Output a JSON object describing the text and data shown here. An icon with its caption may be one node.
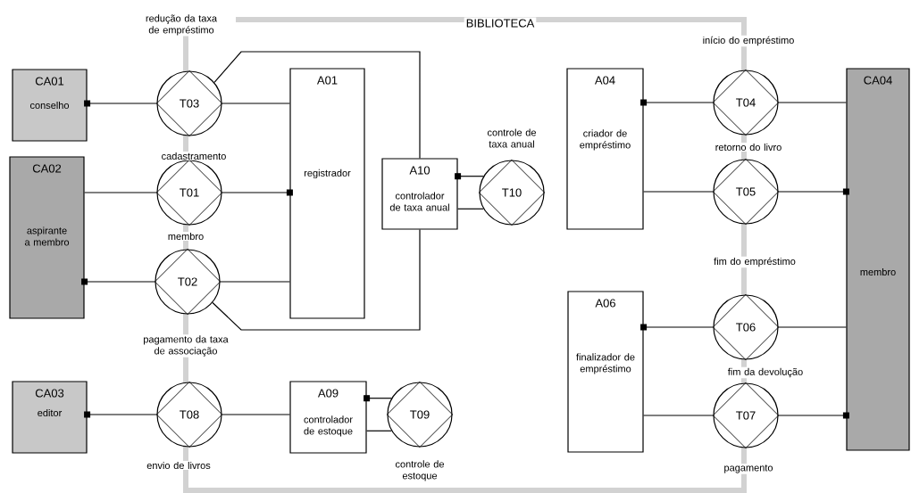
{
  "diagram": {
    "nodes": [
      {
        "text": [
          "BIBLIOTECA"
        ]
      },
      {
        "text": [
          "CA01",
          "conselho"
        ]
      },
      {
        "text": [
          "T03"
        ],
        "beside": [
          "redução da taxa de empréstimo"
        ]
      },
      {
        "text": [
          "A01",
          "registrador"
        ],
        "in": 0
      },
      {
        "text": [
          "A10",
          "controlador de taxa anual"
        ],
        "in": 0
      },
      {
        "text": [
          "T10"
        ],
        "beside": [
          "controle de taxa anual"
        ],
        "in": 0
      },
      {
        "text": [
          "A04",
          "criador de empréstimo"
        ],
        "in": 0
      },
      {
        "text": [
          "T04"
        ],
        "beside": [
          "início do empréstimo"
        ]
      },
      {
        "text": [
          "CA04",
          "membro"
        ]
      },
      {
        "text": [
          "CA02",
          "aspirante a membro"
        ]
      },
      {
        "text": [
          "T01"
        ],
        "beside": [
          "cadastramento",
          "membro"
        ]
      },
      {
        "text": [
          "T05"
        ],
        "beside": [
          "retorno do livro"
        ]
      },
      {
        "text": [
          "T02"
        ],
        "beside": [
          "pagamento da taxa de associação"
        ]
      },
      {
        "text": [
          "A06",
          "finalizador de empréstimo"
        ],
        "in": 0
      },
      {
        "text": [
          "T06"
        ],
        "beside": [
          "fim do empréstimo"
        ]
      },
      {
        "text": [
          "CA03",
          "editor"
        ]
      },
      {
        "text": [
          "T08"
        ],
        "beside": [
          "envio de livros"
        ]
      },
      {
        "text": [
          "A09",
          "controlador de estoque"
        ],
        "in": 0
      },
      {
        "text": [
          "T09"
        ],
        "beside": [
          "controle de estoque"
        ],
        "in": 0
      },
      {
        "text": [
          "T07"
        ],
        "beside": [
          "fim da devolução",
          "pagamento"
        ]
      }
    ],
    "edges": [
      {
        "from": 2,
        "to": 1,
        "arrow": "other"
      },
      {
        "from": 2,
        "to": 3,
        "arrow": "none"
      },
      {
        "from": 2,
        "to": 4,
        "arrow": "none"
      },
      {
        "from": 10,
        "to": 9,
        "arrow": "none"
      },
      {
        "from": 10,
        "to": 3,
        "arrow": "other"
      },
      {
        "from": 12,
        "to": 9,
        "arrow": "other"
      },
      {
        "from": 12,
        "to": 3,
        "arrow": "none"
      },
      {
        "from": 12,
        "to": 4,
        "arrow": "none"
      },
      {
        "from": 5,
        "to": 4,
        "arrow": "other"
      },
      {
        "from": 5,
        "to": 4,
        "arrow": "none"
      },
      {
        "from": 7,
        "to": 6,
        "arrow": "other"
      },
      {
        "from": 7,
        "to": 8,
        "arrow": "none"
      },
      {
        "from": 11,
        "to": 6,
        "arrow": "none"
      },
      {
        "from": 11,
        "to": 8,
        "arrow": "other"
      },
      {
        "from": 14,
        "to": 13,
        "arrow": "other"
      },
      {
        "from": 14,
        "to": 8,
        "arrow": "none"
      },
      {
        "from": 19,
        "to": 13,
        "arrow": "none"
      },
      {
        "from": 19,
        "to": 8,
        "arrow": "other"
      },
      {
        "from": 16,
        "to": 15,
        "arrow": "other"
      },
      {
        "from": 16,
        "to": 17,
        "arrow": "none"
      },
      {
        "from": 18,
        "to": 17,
        "arrow": "other"
      },
      {
        "from": 18,
        "to": 17,
        "arrow": "none"
      }
    ]
  }
}
